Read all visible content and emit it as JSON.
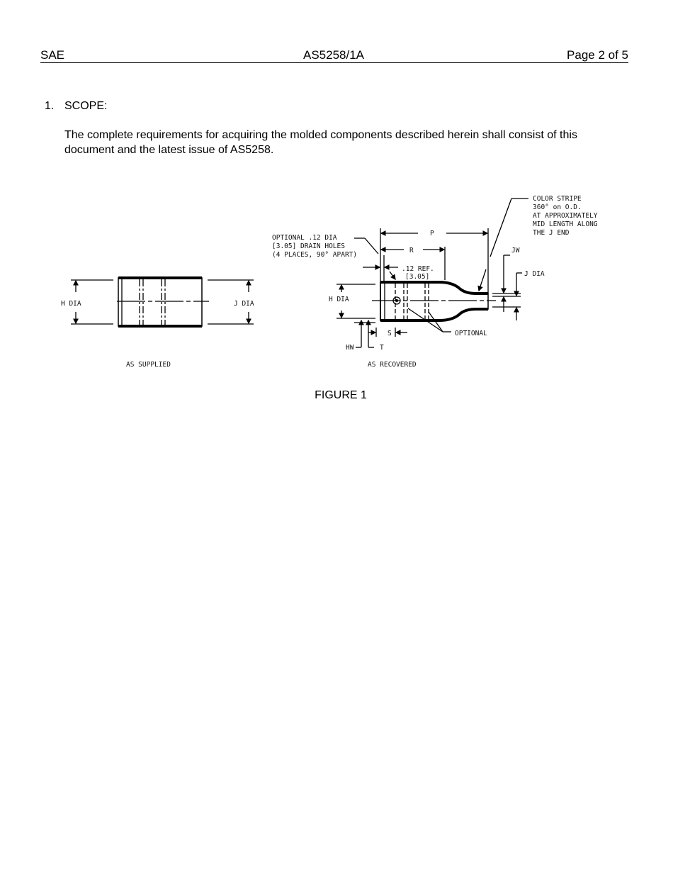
{
  "header": {
    "left": "SAE",
    "center": "AS5258/1A",
    "right": "Page 2 of 5"
  },
  "section": {
    "number": "1.",
    "title": "SCOPE:",
    "body": "The complete requirements for acquiring the molded components described herein shall consist of this document and the latest issue of AS5258."
  },
  "figure": {
    "caption": "FIGURE 1",
    "supplied": {
      "label": "AS SUPPLIED",
      "h_dia": "H DIA",
      "j_dia": "J DIA"
    },
    "recovered": {
      "label": "AS RECOVERED",
      "drain_note_line1": "OPTIONAL .12 DIA",
      "drain_note_line2": "[3.05] DRAIN HOLES",
      "drain_note_line3": "(4 PLACES, 90° APART)",
      "ref_line1": ".12 REF.",
      "ref_line2": "[3.05]",
      "p": "P",
      "r": "R",
      "h_dia": "H DIA",
      "s": "S",
      "hw": "HW",
      "t": "T",
      "optional": "OPTIONAL",
      "jw": "JW",
      "j_dia": "J DIA",
      "stripe_line1": "COLOR STRIPE",
      "stripe_line2": "360° on O.D.",
      "stripe_line3": "AT APPROXIMATELY",
      "stripe_line4": "MID LENGTH ALONG",
      "stripe_line5": "THE J END"
    }
  }
}
